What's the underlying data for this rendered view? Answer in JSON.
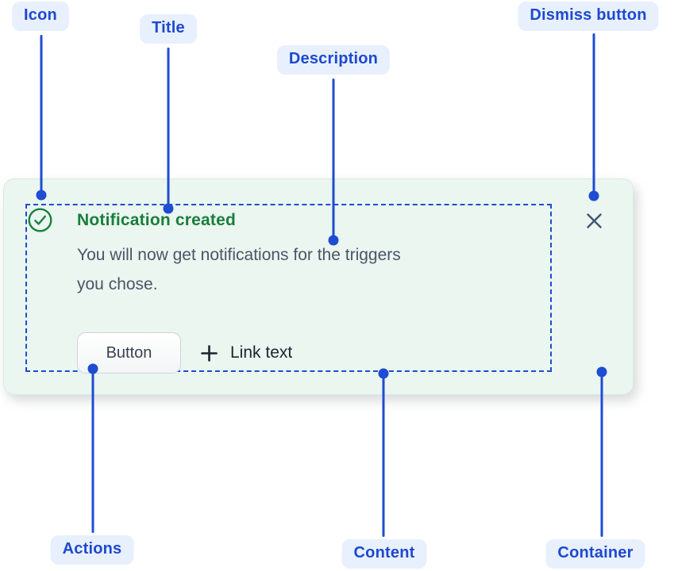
{
  "annotations": {
    "icon": "Icon",
    "title": "Title",
    "description": "Description",
    "dismiss": "Dismiss button",
    "actions": "Actions",
    "content": "Content",
    "container": "Container"
  },
  "flag": {
    "icon": "success-check-circle-icon",
    "title": "Notification created",
    "description_lines": [
      "You will now get notifications for the triggers",
      "you chose."
    ],
    "actions": {
      "button_label": "Button",
      "link_icon": "plus-icon",
      "link_label": "Link text"
    },
    "dismiss_icon": "close-icon"
  },
  "colors": {
    "annotation_text": "#1d49cf",
    "annotation_pill_bg": "#e8f0fd",
    "annotation_line": "#1e4cd2",
    "card_bg": "#eaf6ef",
    "card_border": "#d7eee0",
    "success_icon_green": "#1a8040",
    "title_green": "#1a7d3c",
    "description_gray": "#4a5568",
    "dismiss_gray": "#44546f",
    "outline_dashed_blue": "#1e4cd2"
  }
}
